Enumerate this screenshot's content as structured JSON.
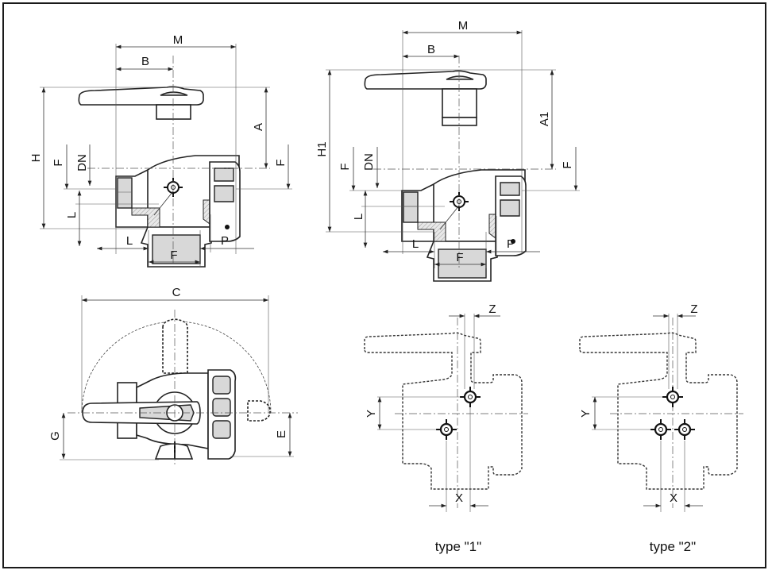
{
  "views": {
    "front_type_standard": {
      "labels": {
        "M": "M",
        "B": "B",
        "H": "H",
        "F_left": "F",
        "DN": "DN",
        "A": "A",
        "F_right": "F",
        "L_vert": "L",
        "L_horiz": "L",
        "F_bottom": "F",
        "P": "P"
      }
    },
    "front_type_extended": {
      "labels": {
        "M": "M",
        "B": "B",
        "H1": "H1",
        "F_left": "F",
        "DN": "DN",
        "A1": "A1",
        "F_right": "F",
        "L_vert": "L",
        "L_horiz": "L",
        "F_bottom": "F",
        "P": "P"
      }
    },
    "top_view": {
      "labels": {
        "C": "C",
        "G": "G",
        "E": "E"
      }
    },
    "mounting_type_1": {
      "labels": {
        "Z": "Z",
        "Y": "Y",
        "X": "X"
      },
      "caption": "type \"1\""
    },
    "mounting_type_2": {
      "labels": {
        "Z": "Z",
        "Y": "Y",
        "X": "X"
      },
      "caption": "type \"2\""
    }
  },
  "colors": {
    "line": "#222222",
    "fill": "#ffffff",
    "shade": "#d8d8d8"
  }
}
